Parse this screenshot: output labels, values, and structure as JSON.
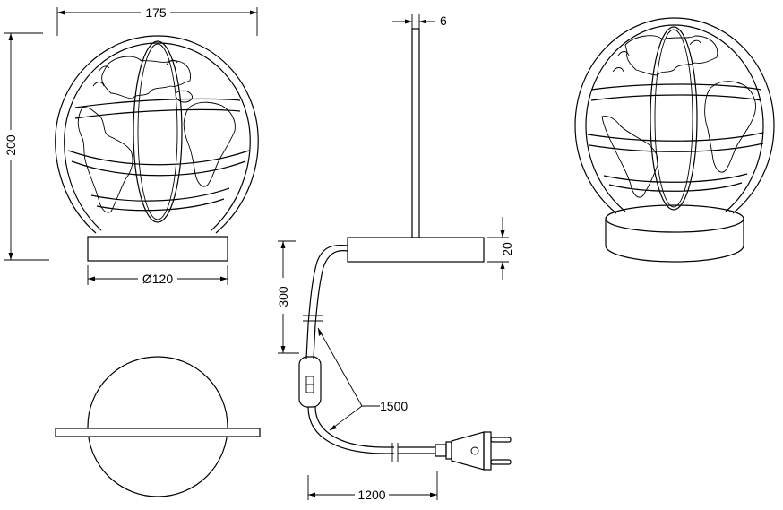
{
  "dimensions": {
    "width_top": "175",
    "height_left": "200",
    "base_diameter": "Ø120",
    "rod_width": "6",
    "base_height": "20",
    "cord_upper": "300",
    "cord_total": "1500",
    "cord_lower": "1200"
  }
}
